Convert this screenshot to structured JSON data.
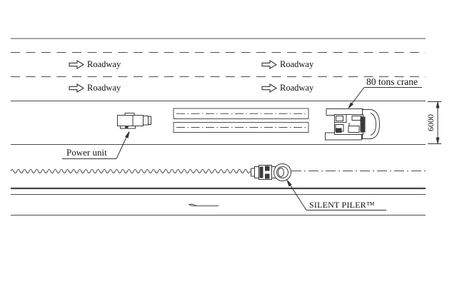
{
  "labels": {
    "roadway": [
      "Roadway",
      "Roadway",
      "Roadway",
      "Roadway"
    ],
    "crane": "80 tons crane",
    "power_unit": "Power unit",
    "piler": "SILENT PILER™",
    "dimension": "6000"
  },
  "colors": {
    "line": "#4d4d4d",
    "machine_line": "#3a3a3a",
    "text": "#141414",
    "background": "#ffffff"
  }
}
